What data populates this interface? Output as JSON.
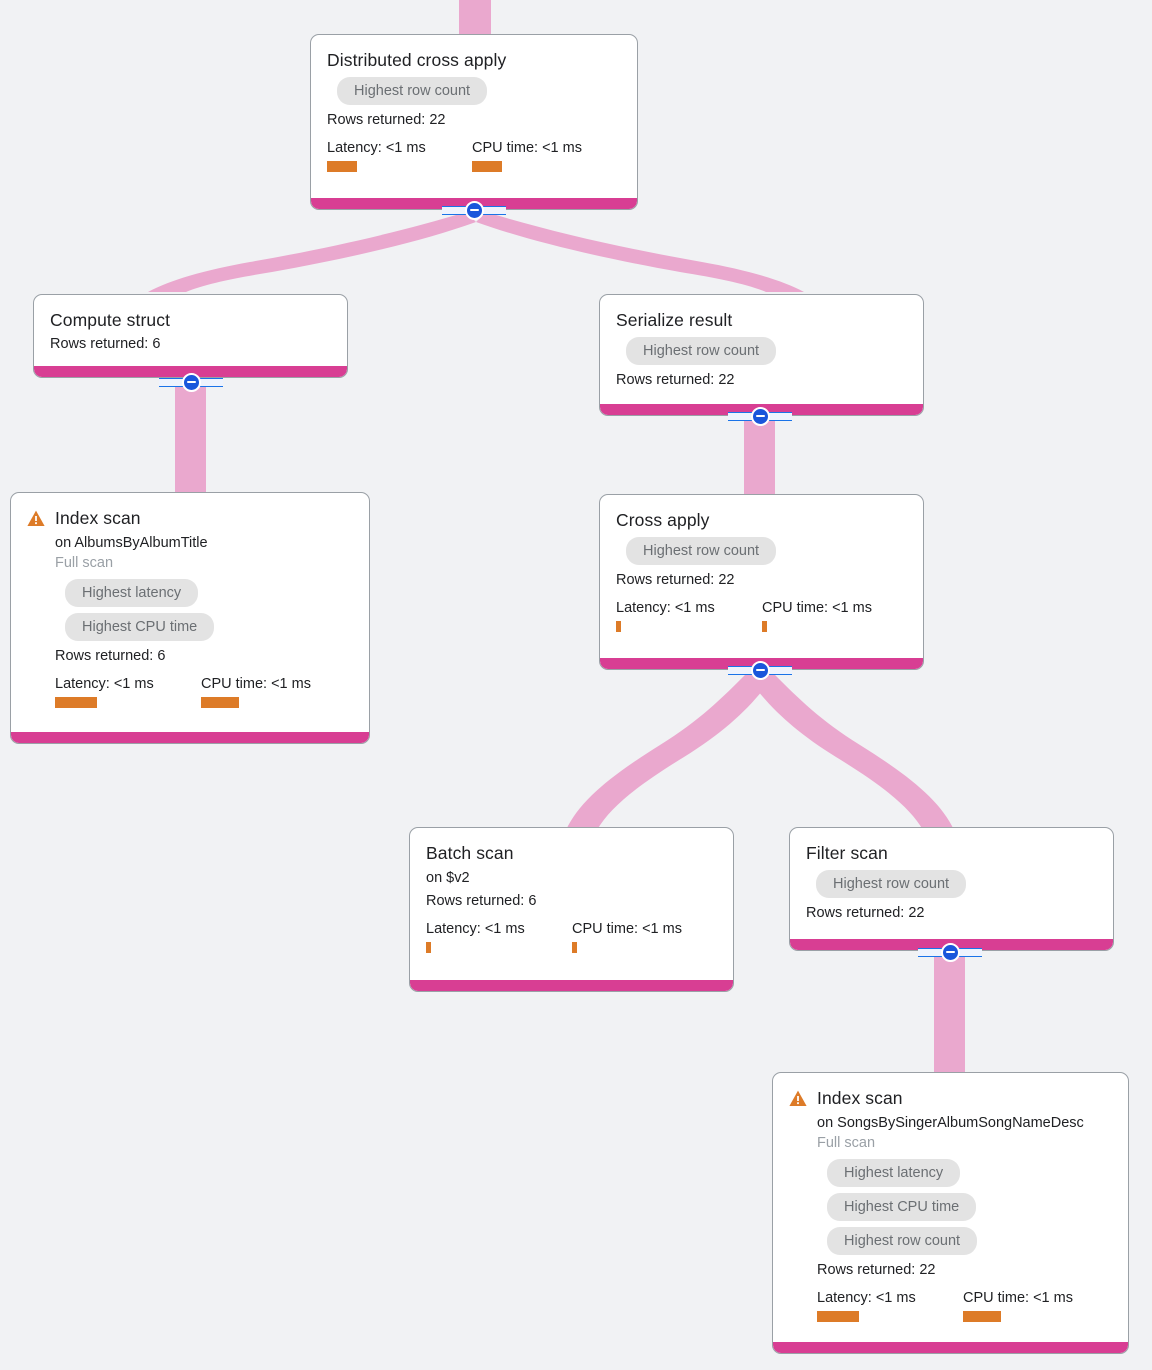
{
  "view": {
    "name": "query-execution-plan-graph",
    "background_color": "#F1F2F4",
    "node_accent_color": "#D83E93",
    "edge_color": "#EAA8CE",
    "metric_bar_color": "#DD7B28",
    "badge_bg_color": "#E3E3E3",
    "toggle_color": "#1A56DB",
    "warning_color": "#DD7B28"
  },
  "labels": {
    "collapse_toggle": "collapse",
    "warning": "warning"
  },
  "nodes": [
    {
      "id": "distributed-cross-apply",
      "title": "Distributed cross apply",
      "badges": [
        "Highest row count"
      ],
      "rows_returned": "Rows returned: 22",
      "latency_label": "Latency: <1 ms",
      "cpu_label": "CPU time: <1 ms",
      "latency_bar_width": 30,
      "cpu_bar_width": 30,
      "warning": false
    },
    {
      "id": "compute-struct",
      "title": "Compute struct",
      "badges": [],
      "rows_returned": "Rows returned: 6",
      "latency_label": null,
      "cpu_label": null,
      "warning": false
    },
    {
      "id": "serialize-result",
      "title": "Serialize result",
      "badges": [
        "Highest row count"
      ],
      "rows_returned": "Rows returned: 22",
      "latency_label": null,
      "cpu_label": null,
      "warning": false
    },
    {
      "id": "index-scan-albums",
      "title": "Index scan",
      "on": "on AlbumsByAlbumTitle",
      "scan_type": "Full scan",
      "badges": [
        "Highest latency",
        "Highest CPU time"
      ],
      "rows_returned": "Rows returned: 6",
      "latency_label": "Latency: <1 ms",
      "cpu_label": "CPU time: <1 ms",
      "latency_bar_width": 42,
      "cpu_bar_width": 38,
      "warning": true
    },
    {
      "id": "cross-apply",
      "title": "Cross apply",
      "badges": [
        "Highest row count"
      ],
      "rows_returned": "Rows returned: 22",
      "latency_label": "Latency: <1 ms",
      "cpu_label": "CPU time: <1 ms",
      "latency_bar_width": 5,
      "cpu_bar_width": 5,
      "warning": false
    },
    {
      "id": "batch-scan",
      "title": "Batch scan",
      "on": "on $v2",
      "badges": [],
      "rows_returned": "Rows returned: 6",
      "latency_label": "Latency: <1 ms",
      "cpu_label": "CPU time: <1 ms",
      "latency_bar_width": 5,
      "cpu_bar_width": 5,
      "warning": false
    },
    {
      "id": "filter-scan",
      "title": "Filter scan",
      "badges": [
        "Highest row count"
      ],
      "rows_returned": "Rows returned: 22",
      "latency_label": null,
      "cpu_label": null,
      "warning": false
    },
    {
      "id": "index-scan-songs",
      "title": "Index scan",
      "on": "on SongsBySingerAlbumSongNameDesc",
      "scan_type": "Full scan",
      "badges": [
        "Highest latency",
        "Highest CPU time",
        "Highest row count"
      ],
      "rows_returned": "Rows returned: 22",
      "latency_label": "Latency: <1 ms",
      "cpu_label": "CPU time: <1 ms",
      "latency_bar_width": 42,
      "cpu_bar_width": 38,
      "warning": true
    }
  ]
}
